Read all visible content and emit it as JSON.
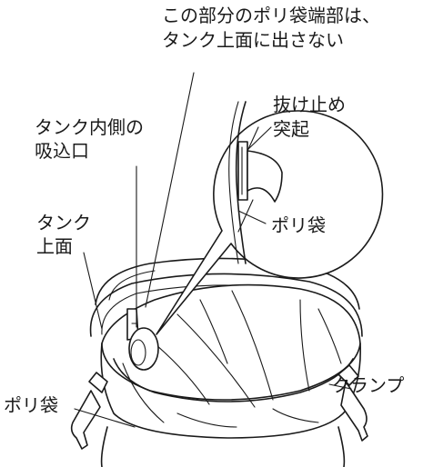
{
  "labels": {
    "top_note_line1": "この部分のポリ袋端部は、",
    "top_note_line2": "タンク上面に出さない",
    "inlet_line1": "タンク内側の",
    "inlet_line2": "吸込口",
    "stopper_line1": "抜け止め",
    "stopper_line2": "突起",
    "bag_detail": "ポリ袋",
    "tank_top_line1": "タンク",
    "tank_top_line2": "上面",
    "clamp": "クランプ",
    "bag_main": "ポリ袋"
  },
  "colors": {
    "line": "#1a1a1a",
    "background": "#ffffff"
  }
}
